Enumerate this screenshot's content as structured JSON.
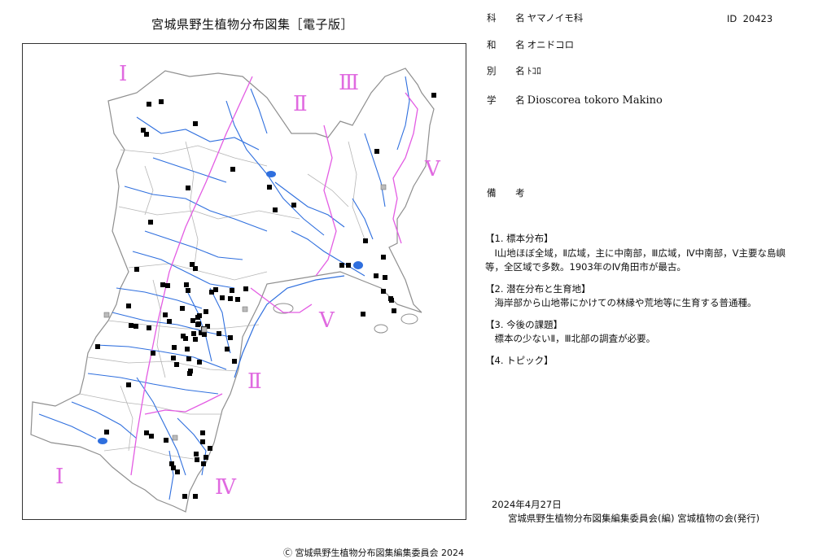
{
  "header": {
    "title": "宮城県野生植物分布図集［電子版］"
  },
  "map": {
    "copyright": "Ⓒ 宮城県野生植物分布図集編集委員会 2024",
    "region_labels": [
      "Ⅰ",
      "Ⅱ",
      "Ⅲ",
      "Ⅴ",
      "Ⅴ",
      "Ⅱ",
      "Ⅰ",
      "Ⅳ"
    ],
    "colors": {
      "rivers": "#2f6fde",
      "boundary": "#e35ce3",
      "outline": "#9a9a9a",
      "label": "#e06ae0",
      "record": "#000000",
      "uncertain_record": "#bbbbbb"
    }
  },
  "species": {
    "family_label": "科 名",
    "family": "ヤマノイモ科",
    "id_label": "ID",
    "id": "20423",
    "japanese_label": "和 名",
    "japanese": "オニドコロ",
    "alias_label": "別 名",
    "alias": "ﾄｺﾛ",
    "scientific_label": "学 名",
    "scientific": "Dioscorea tokoro Makino",
    "notes_label": "備 考"
  },
  "sections": [
    {
      "heading": "【1. 標本分布】",
      "body": "Ⅰ山地ほぼ全域，Ⅱ広域，主に中南部，Ⅲ広域，Ⅳ中南部，Ⅴ主要な島嶼等，全区域で多数。1903年のⅣ角田市が最古。"
    },
    {
      "heading": "【2. 潜在分布と生育地】",
      "body": "海岸部から山地帯にかけての林縁や荒地等に生育する普通種。"
    },
    {
      "heading": "【3. 今後の課題】",
      "body": "標本の少ないⅡ，Ⅲ北部の調査が必要。"
    },
    {
      "heading": "【4. トピック】",
      "body": ""
    }
  ],
  "footer": {
    "date": "2024年4月27日",
    "publisher": "宮城県野生植物分布図集編集委員会(編)  宮城植物の会(発行)"
  }
}
